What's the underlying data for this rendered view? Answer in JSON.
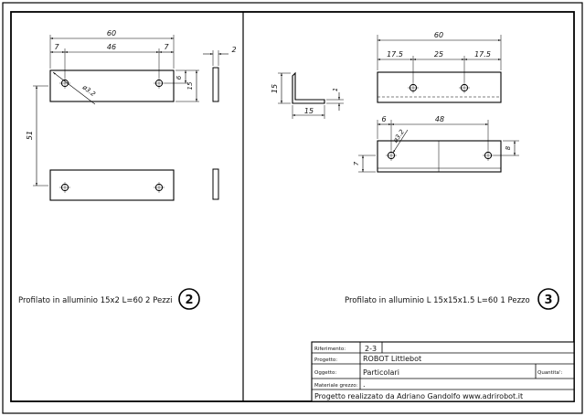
{
  "left_view": {
    "dim_total": "60",
    "dim_edge_left": "7",
    "dim_between": "46",
    "dim_edge_right": "7",
    "dim_hole_height": "6",
    "dim_height": "15",
    "dim_thickness": "2",
    "dim_hole_diameter": "ø3.2",
    "dim_spacing": "51",
    "caption": "Profilato in alluminio 15x2 L=60  2 Pezzi",
    "number": "2"
  },
  "right_view": {
    "dim_total": "60",
    "dim_edge_left": "17.5",
    "dim_between": "25",
    "dim_edge_right": "17.5",
    "dim_profile_height": "15",
    "dim_profile_width": "15",
    "dim_profile_thickness": "1",
    "dim_hole_diameter": "ø3.2",
    "dim_hole_offset": "6",
    "dim_hole_distance": "48",
    "dim_height_bottom": "7",
    "dim_height_right": "8",
    "caption": "Profilato in alluminio L 15x15x1.5 L=60  1 Pezzo",
    "number": "3"
  },
  "title_block": {
    "riferimento_label": "Riferimento:",
    "riferimento_value": "2-3",
    "progetto_label": "Progetto:",
    "progetto_value": "ROBOT Littlebot",
    "oggetto_label": "Oggetto:",
    "oggetto_value": "Particolari",
    "quantita_label": "Quantita':",
    "materiale_label": "Materiale grezzo:",
    "materiale_value": ".",
    "footer": "Progetto realizzato da Adriano Gandolfo     www.adrirobot.it"
  }
}
